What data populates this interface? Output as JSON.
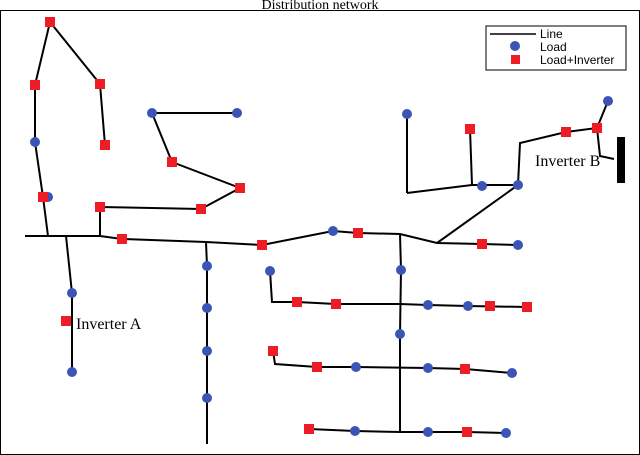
{
  "title": "Distribution network",
  "legend": {
    "line": "Line",
    "load": "Load",
    "load_inverter": "Load+Inverter"
  },
  "labels": {
    "inverter_a": "Inverter A",
    "inverter_b": "Inverter B"
  },
  "colors": {
    "line": "#000000",
    "load": "#3a55b4",
    "load_inverter": "#ee1c24"
  }
}
